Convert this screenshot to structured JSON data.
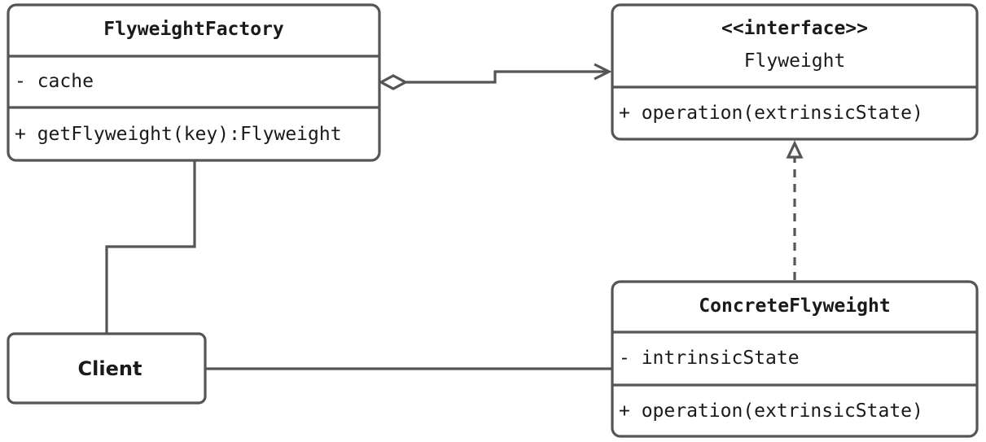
{
  "classes": {
    "flyweight_factory": {
      "name": "FlyweightFactory",
      "attribute": "- cache",
      "operation": "+ getFlyweight(key):Flyweight"
    },
    "flyweight": {
      "stereotype": "<<interface>>",
      "name": "Flyweight",
      "operation": "+ operation(extrinsicState)"
    },
    "concrete_flyweight": {
      "name": "ConcreteFlyweight",
      "attribute": "- intrinsicState",
      "operation": "+ operation(extrinsicState)"
    },
    "client": {
      "name": "Client"
    }
  },
  "relations": [
    {
      "type": "aggregation",
      "from": "FlyweightFactory",
      "to": "Flyweight"
    },
    {
      "type": "realization",
      "from": "ConcreteFlyweight",
      "to": "Flyweight"
    },
    {
      "type": "association",
      "from": "Client",
      "to": "FlyweightFactory"
    },
    {
      "type": "association",
      "from": "Client",
      "to": "ConcreteFlyweight"
    }
  ],
  "colors": {
    "line": "#555555",
    "text": "#1a1a1a",
    "fill": "#ffffff"
  }
}
